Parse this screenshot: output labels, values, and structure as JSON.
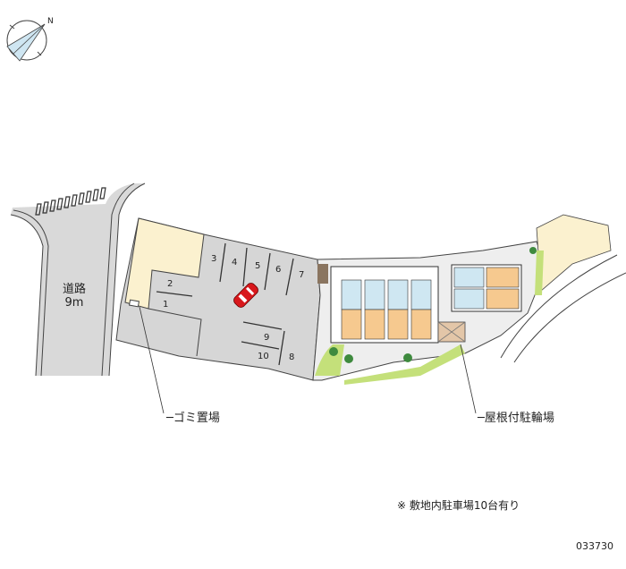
{
  "compass": {
    "north_label": "N"
  },
  "road": {
    "name": "道路",
    "width": "9m"
  },
  "parking_spaces": [
    "1",
    "2",
    "3",
    "4",
    "5",
    "6",
    "7",
    "8",
    "9",
    "10"
  ],
  "labels": {
    "garbage": "ゴミ置場",
    "bicycle_parking": "屋根付駐輪場"
  },
  "note": "※  敷地内駐車場10台有り",
  "code": "033730",
  "colors": {
    "road": "#d9d9d9",
    "lot": "#d6d6d6",
    "land": "#fbf1cf",
    "room": "#f6c98f",
    "water_area": "#cfe7f2",
    "green": "#c4e07a",
    "tree": "#3e8a3e",
    "car": "#d8181c"
  }
}
